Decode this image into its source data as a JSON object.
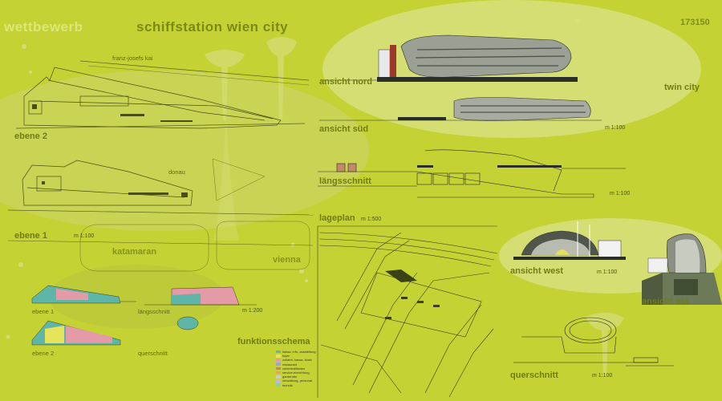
{
  "header": {
    "title_prefix": "wettbewerb",
    "title_main": "schiffstation wien city",
    "number": "173150",
    "subtitle": "twin city"
  },
  "labels": {
    "ebene2": "ebene 2",
    "ebene1": "ebene 1",
    "ebene1_scale": "m 1:100",
    "katamaran": "katamaran",
    "vienna": "vienna",
    "franzjosefs": "franz-josefs kai",
    "donau": "donau",
    "ansicht_nord": "ansicht nord",
    "ansicht_sued": "ansicht süd",
    "ansicht_sued_scale": "m 1:100",
    "laengsschnitt": "längsschnitt",
    "laengsschnitt_scale": "m 1:100",
    "lageplan": "lageplan",
    "lageplan_scale": "m 1:500",
    "ansicht_west": "ansicht west",
    "ansicht_west_scale": "m 1:100",
    "ansicht_ost": "ansicht ost",
    "querschnitt_right": "querschnitt",
    "querschnitt_right_scale": "m 1:100",
    "small_ebene1": "ebene 1",
    "small_ebene2": "ebene 2",
    "small_laengsschnitt": "längsschnitt",
    "small_laengsschnitt_scale": "m 1:200",
    "small_querschnitt": "querschnitt",
    "funktionsschema": "funktionsschema"
  },
  "legend": [
    {
      "color": "#5fb6a8",
      "label": "kassa, info, ausstellung"
    },
    {
      "color": "#e7e45a",
      "label": "foyer"
    },
    {
      "color": "#e59aa8",
      "label": "zollamt, kassa, kiosk"
    },
    {
      "color": "#9aa6d8",
      "label": "restaurant"
    },
    {
      "color": "#b3924e",
      "label": "verkehrsflächen"
    },
    {
      "color": "#efa24f",
      "label": "service-einrichtung"
    },
    {
      "color": "#cccccc",
      "label": "garderobe"
    },
    {
      "color": "#c6b5dd",
      "label": "verwaltung, personal"
    },
    {
      "color": "#8fcf9a",
      "label": "technik"
    }
  ],
  "colors": {
    "background": "#c4d234",
    "blob_light": "#d7e07a",
    "blob_medium": "#b5c03a",
    "text_dark": "#6f7d12",
    "title_light": "#dde776"
  }
}
